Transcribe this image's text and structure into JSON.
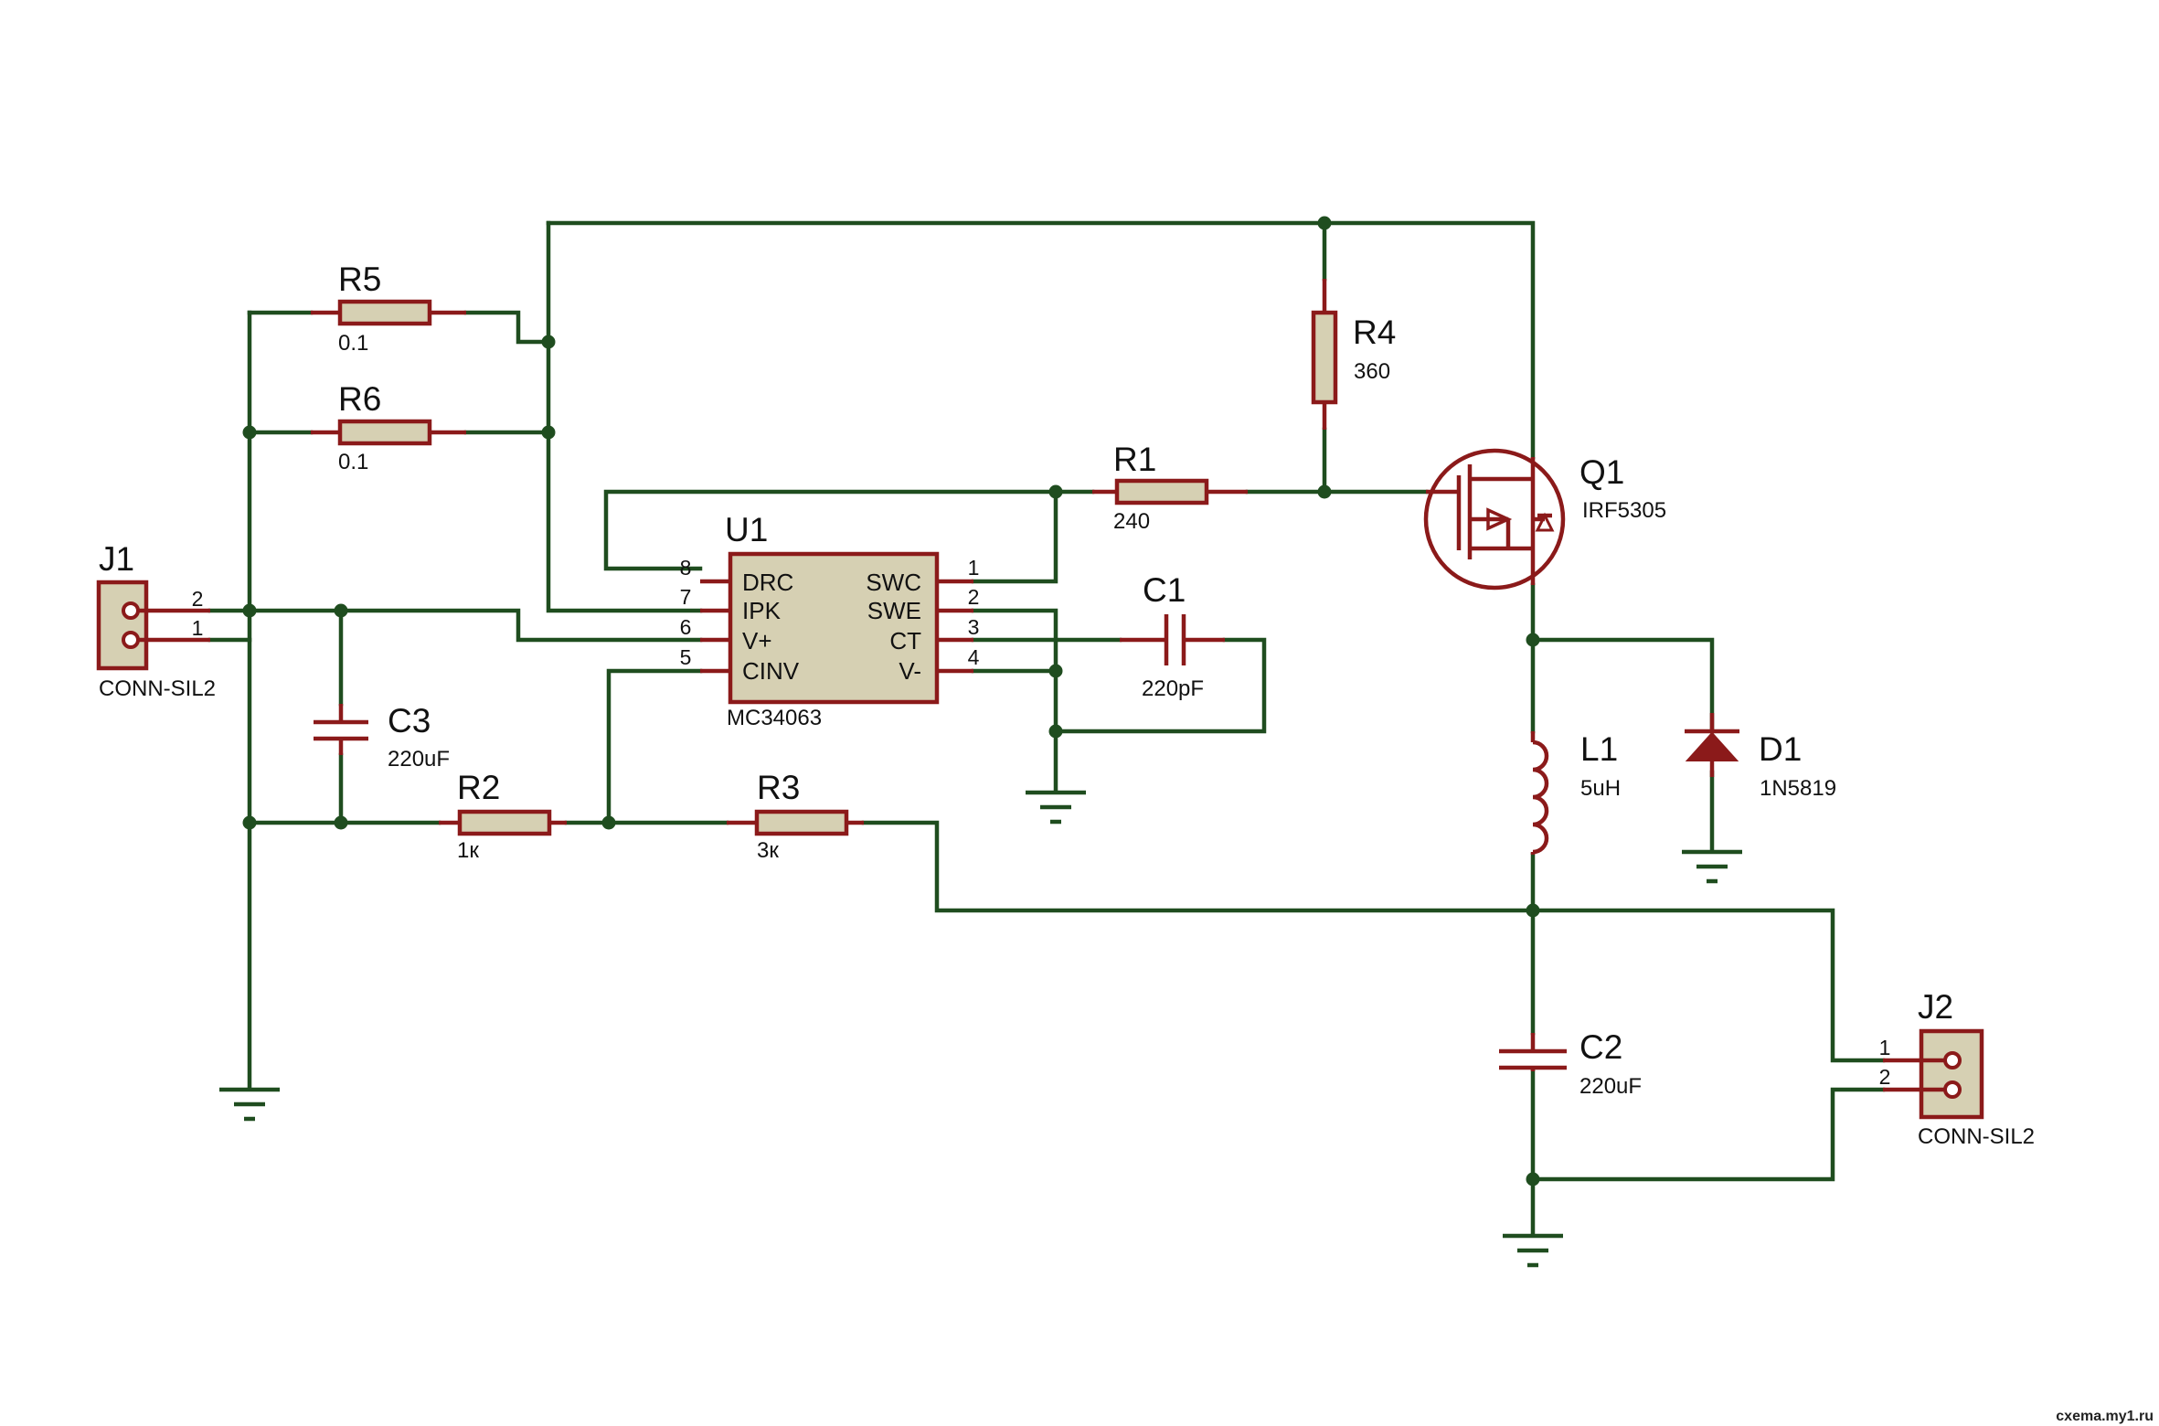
{
  "components": {
    "r5": {
      "ref": "R5",
      "value": "0.1"
    },
    "r6": {
      "ref": "R6",
      "value": "0.1"
    },
    "r4": {
      "ref": "R4",
      "value": "360"
    },
    "r1": {
      "ref": "R1",
      "value": "240"
    },
    "r2": {
      "ref": "R2",
      "value": "1к"
    },
    "r3": {
      "ref": "R3",
      "value": "3к"
    },
    "c1": {
      "ref": "C1",
      "value": "220pF"
    },
    "c2": {
      "ref": "C2",
      "value": "220uF"
    },
    "c3": {
      "ref": "C3",
      "value": "220uF"
    },
    "l1": {
      "ref": "L1",
      "value": "5uH"
    },
    "d1": {
      "ref": "D1",
      "value": "1N5819"
    },
    "q1": {
      "ref": "Q1",
      "value": "IRF5305"
    },
    "j1": {
      "ref": "J1",
      "value": "CONN-SIL2",
      "pins": [
        "2",
        "1"
      ]
    },
    "j2": {
      "ref": "J2",
      "value": "CONN-SIL2",
      "pins": [
        "1",
        "2"
      ]
    },
    "u1": {
      "ref": "U1",
      "value": "MC34063",
      "left_pins": [
        {
          "num": "8",
          "name": "DRC"
        },
        {
          "num": "7",
          "name": "IPK"
        },
        {
          "num": "6",
          "name": "V+"
        },
        {
          "num": "5",
          "name": "CINV"
        }
      ],
      "right_pins": [
        {
          "num": "1",
          "name": "SWC"
        },
        {
          "num": "2",
          "name": "SWE"
        },
        {
          "num": "3",
          "name": "CT"
        },
        {
          "num": "4",
          "name": "V-"
        }
      ]
    }
  },
  "watermark": "cxema.my1.ru",
  "colors": {
    "wire": "#1f4d1f",
    "component": "#8b1a1a",
    "component_fill": "#d6d0b3",
    "background": "#ffffff"
  }
}
